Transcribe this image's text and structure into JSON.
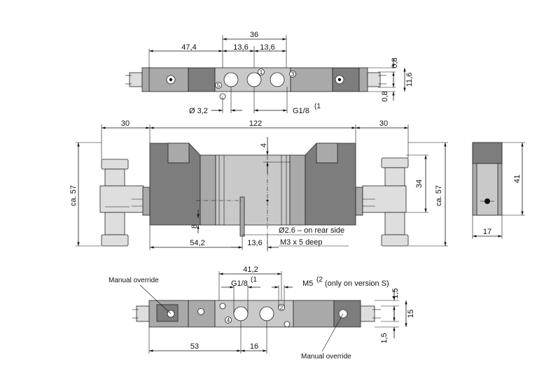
{
  "top_view": {
    "dims": {
      "d36": "36",
      "d47_4": "47,4",
      "d13_6_left": "13,6",
      "d13_6_right": "13,6",
      "d0_8_top": "0,8",
      "d11_6": "11,6",
      "d0_8_bottom": "0,8",
      "d_hole": "Ø 3,2",
      "d_port": "G1/8",
      "d_port_note": "(1"
    },
    "port_labels": {
      "p1": "1",
      "p5": "5",
      "p3": "3"
    }
  },
  "front_view": {
    "dims": {
      "d30_left": "30",
      "d122": "122",
      "d30_right": "30",
      "d57_left": "ca. 57",
      "d57_right": "ca. 57",
      "d34": "34",
      "d4": "4",
      "d8": "8",
      "d54_2": "54,2",
      "d13_6": "13,6"
    },
    "notes": {
      "rear": "Ø2.6 – on rear side",
      "thread": "M3 x 5 deep"
    }
  },
  "side_view": {
    "dims": {
      "d41": "41",
      "d17": "17"
    }
  },
  "bottom_view": {
    "dims": {
      "d41_2": "41,2",
      "d_port": "G1/8",
      "d_port_note": "(1",
      "d_m5": "M5",
      "d_m5_note": "(2",
      "d_m5_text": "(only on version S)",
      "d1_5_top": "1,5",
      "d15": "15",
      "d1_5_bottom": "1,5",
      "d53": "53",
      "d16": "16"
    },
    "labels": {
      "manual_override_top": "Manual override",
      "manual_override_bottom": "Manual override"
    },
    "port_labels": {
      "p2": "2",
      "p4": "4"
    }
  }
}
